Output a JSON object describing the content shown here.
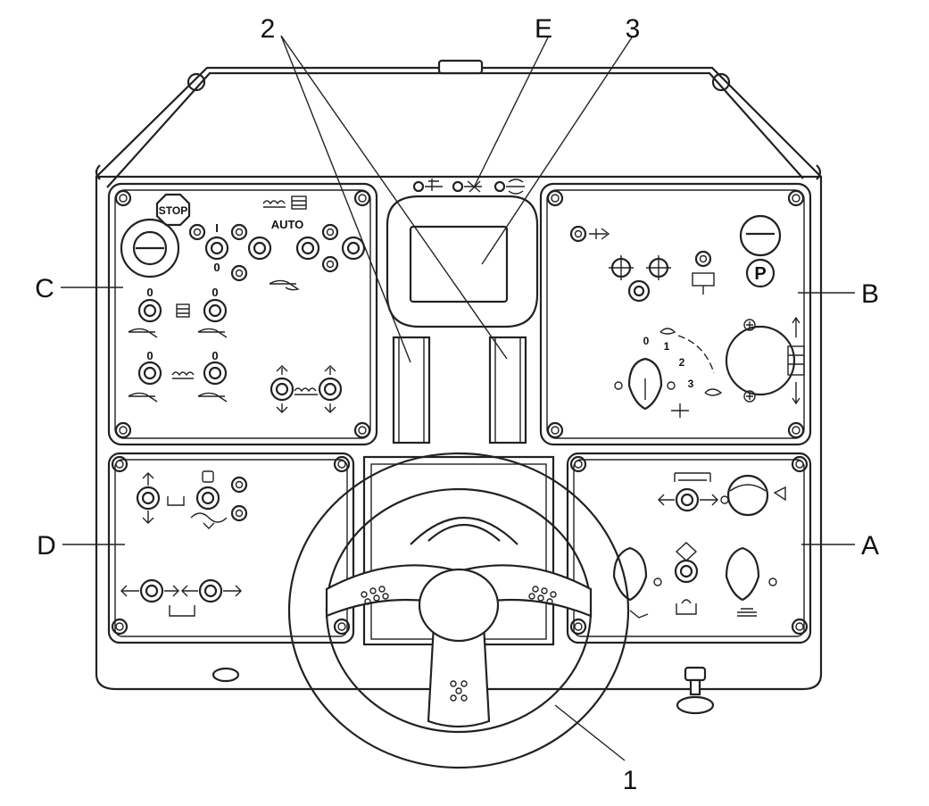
{
  "callouts": {
    "one": "1",
    "two": "2",
    "three": "3",
    "a": "A",
    "b": "B",
    "c": "C",
    "d": "D",
    "e": "E"
  },
  "panel_c": {
    "stop_label": "STOP",
    "auto_label": "AUTO",
    "switch_mark_top": "I",
    "switch_mark_bottom": "0",
    "zero_marks": [
      "0",
      "0",
      "0",
      "0"
    ]
  },
  "panel_b": {
    "parking_label": "P",
    "gear_labels": [
      "0",
      "1",
      "2",
      "3"
    ]
  },
  "colors": {
    "line": "#222222",
    "background": "#ffffff"
  }
}
